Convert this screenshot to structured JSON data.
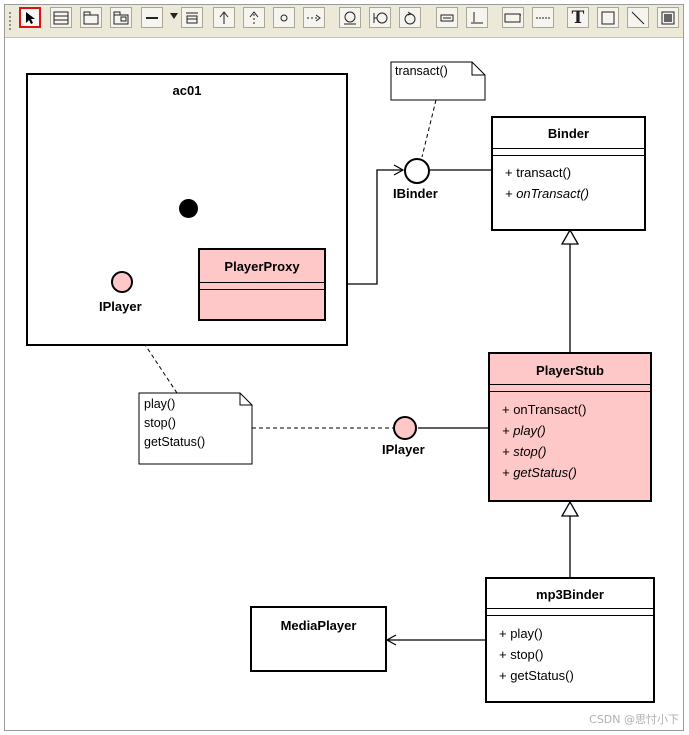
{
  "toolbar": {
    "tools": [
      "select-tool-icon",
      "class-tool-icon",
      "package-tool-icon",
      "subsystem-tool-icon",
      "association-tool-icon",
      "dependency-tool-icon",
      "generalization-tool-icon",
      "realization-tool-icon",
      "interface-tool-icon",
      "realization-dotted-tool-icon",
      "actor-tool-icon",
      "boundary-tool-icon",
      "control-tool-icon",
      "note-tool-icon",
      "anchor-tool-icon",
      "rectangle-tool-icon",
      "dashed-line-tool-icon",
      "text-tool-icon",
      "box-tool-icon",
      "line-tool-icon",
      "image-tool-icon"
    ],
    "text_tool_label": "T"
  },
  "diagram": {
    "component": {
      "name": "ac01"
    },
    "classes": {
      "player_proxy": {
        "name": "PlayerProxy"
      },
      "binder": {
        "name": "Binder",
        "operations": [
          "+ transact()",
          "+ onTransact()"
        ]
      },
      "player_stub": {
        "name": "PlayerStub",
        "operations": [
          "+ onTransact()",
          "+ play()",
          "+ stop()",
          "+ getStatus()"
        ]
      },
      "mp3binder": {
        "name": "mp3Binder",
        "operations": [
          "+ play()",
          "+ stop()",
          "+ getStatus()"
        ]
      },
      "media_player": {
        "name": "MediaPlayer"
      }
    },
    "interfaces": {
      "ibinder": {
        "label": "IBinder"
      },
      "iplayer_left": {
        "label": "IPlayer"
      },
      "iplayer_right": {
        "label": "IPlayer"
      }
    },
    "notes": {
      "transact_note": {
        "lines": [
          "transact()"
        ]
      },
      "player_note": {
        "lines": [
          "play()",
          "stop()",
          "getStatus()"
        ]
      }
    },
    "colors": {
      "highlight_fill": "#ffc8c8",
      "line": "#000000",
      "selected_tool_border": "#e01010"
    }
  },
  "watermark": "CSDN @思忖小下"
}
